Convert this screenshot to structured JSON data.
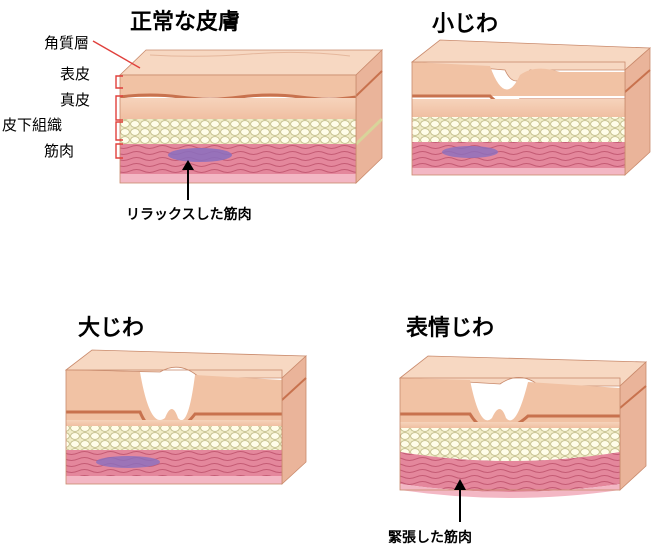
{
  "titles": {
    "normal": "正常な皮膚",
    "small": "小じわ",
    "large": "大じわ",
    "expression": "表情じわ"
  },
  "layers": [
    "角質層",
    "表皮",
    "真皮",
    "皮下組織",
    "筋肉"
  ],
  "notes": {
    "relaxed_muscle": "リラックスした筋肉",
    "tense_muscle": "緊張した筋肉"
  },
  "colors": {
    "dermis": "#f3c8ad",
    "epidermis": "#e8a584",
    "subcutaneous": "#f2f0cf",
    "muscle": "#e27e96",
    "muscle_relaxed": "#8a6fbf",
    "bracket": "#e0403c"
  }
}
